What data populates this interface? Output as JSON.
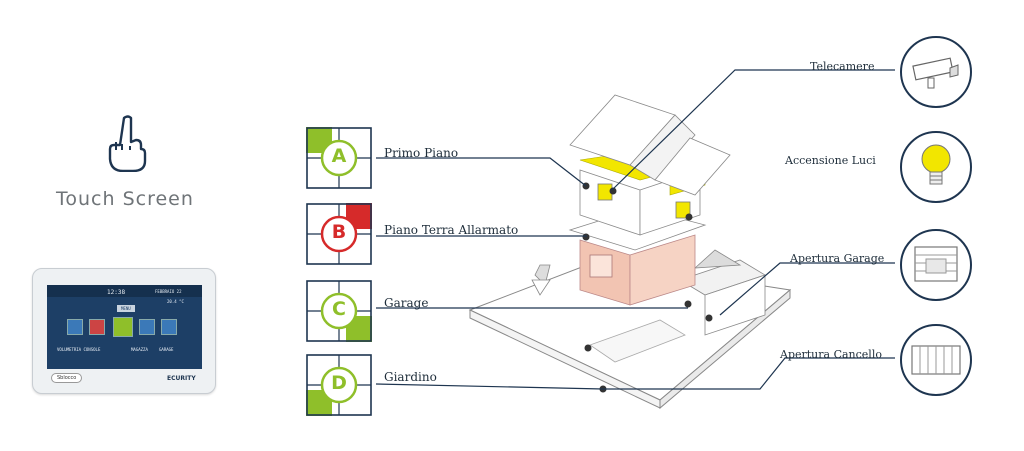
{
  "touch_screen": {
    "label": "Touch Screen"
  },
  "tablet": {
    "time": "12:38",
    "date": "FEBBRAIO 22",
    "temp": "20.4 °C",
    "menu": "MENU",
    "bottom_left": "VOLUMETRIA CONSOLE",
    "bottom_mid": "MAGAZZA",
    "bottom_right": "GARAGE",
    "button": "Sblocco",
    "brand": "ECURITY"
  },
  "zones": [
    {
      "letter": "A",
      "label": "Primo Piano",
      "color": "#8fbf2a"
    },
    {
      "letter": "B",
      "label": "Piano Terra Allarmato",
      "color": "#d62a2a"
    },
    {
      "letter": "C",
      "label": "Garage",
      "color": "#8fbf2a"
    },
    {
      "letter": "D",
      "label": "Giardino",
      "color": "#8fbf2a"
    }
  ],
  "devices": [
    {
      "label": "Telecamere",
      "icon": "camera-icon"
    },
    {
      "label": "Accensione Luci",
      "icon": "lightbulb-icon"
    },
    {
      "label": "Apertura Garage",
      "icon": "garage-door-icon"
    },
    {
      "label": "Apertura Cancello",
      "icon": "gate-icon"
    }
  ],
  "colors": {
    "navy": "#1e3550",
    "green": "#8fbf2a",
    "red": "#d62a2a",
    "yellow": "#f2e600",
    "salmon": "#f2c4b2"
  }
}
